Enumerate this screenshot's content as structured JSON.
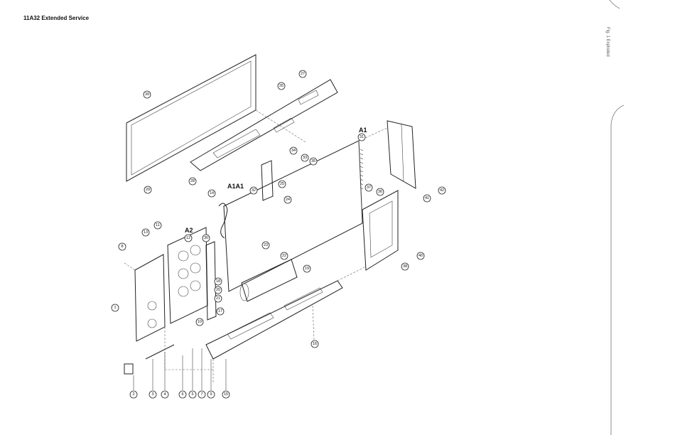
{
  "header": {
    "title": "11A32 Extended Service"
  },
  "side_text": "Fig. 1 Exploded",
  "assemblies": [
    {
      "key": "a1",
      "label": "A1"
    },
    {
      "key": "a1a1",
      "label": "A1A1"
    },
    {
      "key": "a2",
      "label": "A2"
    }
  ],
  "callouts": [
    {
      "key": "c1",
      "label": "1"
    },
    {
      "key": "c2",
      "label": "2"
    },
    {
      "key": "c3",
      "label": "3"
    },
    {
      "key": "c4",
      "label": "4"
    },
    {
      "key": "c5",
      "label": "5"
    },
    {
      "key": "c6",
      "label": "6"
    },
    {
      "key": "c7",
      "label": "7"
    },
    {
      "key": "c8",
      "label": "8"
    },
    {
      "key": "c9",
      "label": "9"
    },
    {
      "key": "c10",
      "label": "10"
    },
    {
      "key": "c11",
      "label": "11"
    },
    {
      "key": "c12",
      "label": "12"
    },
    {
      "key": "c13",
      "label": "13"
    },
    {
      "key": "c14",
      "label": "14"
    },
    {
      "key": "c15",
      "label": "15"
    },
    {
      "key": "c16",
      "label": "16"
    },
    {
      "key": "c17",
      "label": "17"
    },
    {
      "key": "c18",
      "label": "18"
    },
    {
      "key": "c19",
      "label": "19"
    },
    {
      "key": "c20",
      "label": "20"
    },
    {
      "key": "c21",
      "label": "21"
    },
    {
      "key": "c22",
      "label": "22"
    },
    {
      "key": "c23",
      "label": "23"
    },
    {
      "key": "c24",
      "label": "24"
    },
    {
      "key": "c25",
      "label": "25"
    },
    {
      "key": "c26",
      "label": "26"
    },
    {
      "key": "c27",
      "label": "27"
    },
    {
      "key": "c28",
      "label": "28"
    },
    {
      "key": "c29",
      "label": "29"
    },
    {
      "key": "c30",
      "label": "30"
    },
    {
      "key": "c31",
      "label": "31"
    },
    {
      "key": "c32",
      "label": "32"
    },
    {
      "key": "c33",
      "label": "33"
    },
    {
      "key": "c34",
      "label": "34"
    },
    {
      "key": "c35",
      "label": "35"
    },
    {
      "key": "c36",
      "label": "36"
    },
    {
      "key": "c37",
      "label": "37"
    },
    {
      "key": "c38",
      "label": "38"
    },
    {
      "key": "c39",
      "label": "39"
    },
    {
      "key": "c40",
      "label": "40"
    },
    {
      "key": "c41",
      "label": "41"
    },
    {
      "key": "c42",
      "label": "42"
    }
  ]
}
